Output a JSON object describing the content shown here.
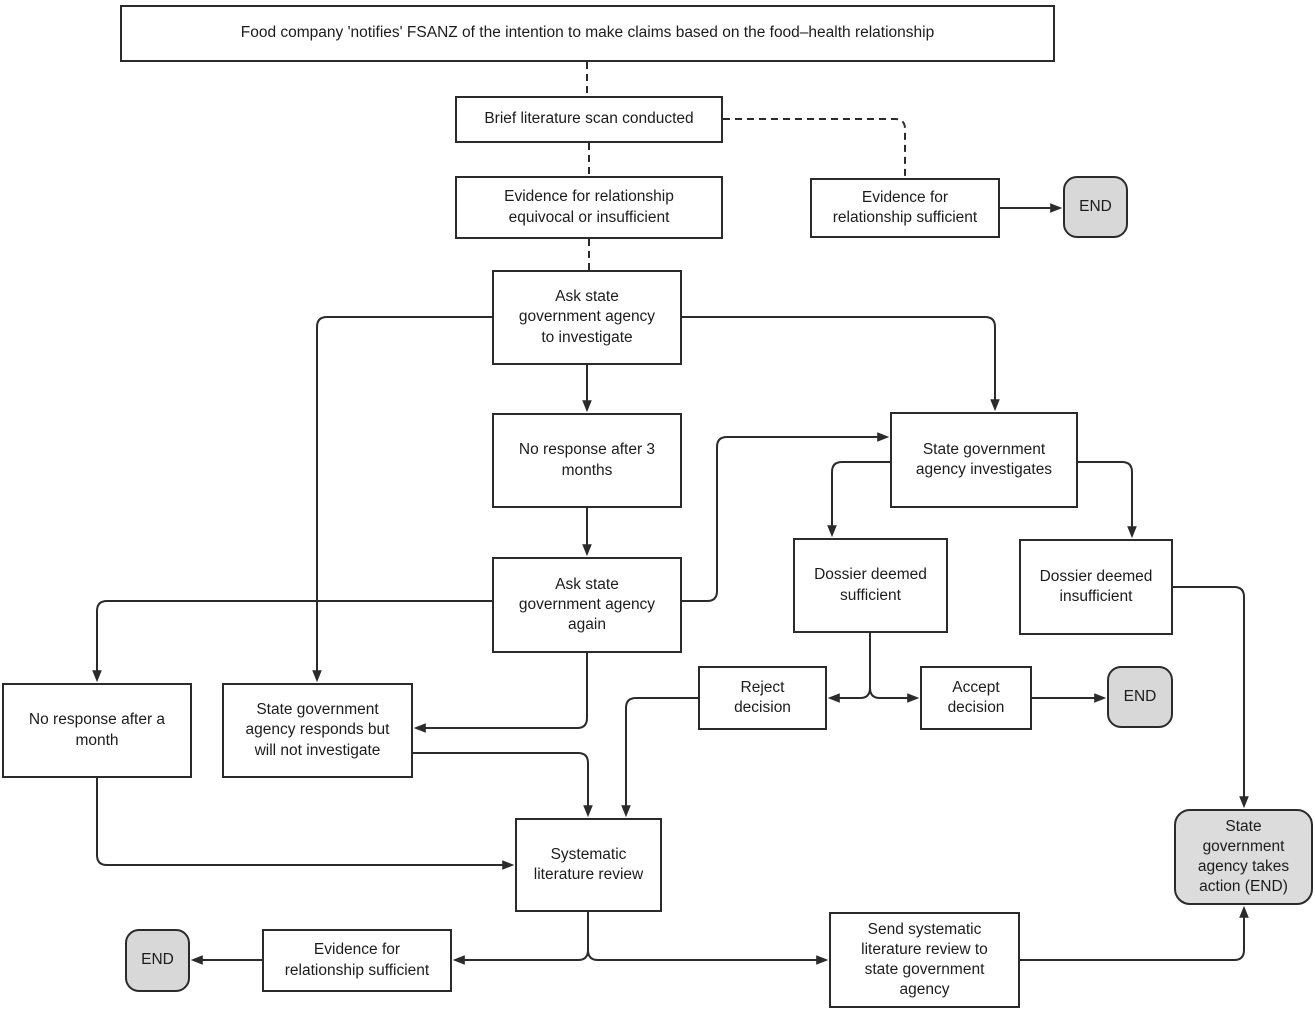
{
  "figure": {
    "type": "flowchart",
    "background": "#ffffff"
  },
  "colors": {
    "line": "#2b2b2b",
    "box_border": "#2b2b2b",
    "box_fill": "#ffffff",
    "terminal_fill": "#d8d8d8",
    "text": "#1c1c1c"
  },
  "nodes": {
    "top": {
      "label": "Food company 'notifies' FSANZ of the intention to make claims based on the food–health relationship"
    },
    "brief_scan": {
      "label": "Brief literature scan conducted"
    },
    "equivocal": {
      "label": "Evidence for relationship\nequivocal or insufficient"
    },
    "evidence_sufficient_top": {
      "label": "Evidence for\nrelationship sufficient"
    },
    "end_1": {
      "label": "END"
    },
    "ask_investigate": {
      "label": "Ask state\ngovernment agency\nto investigate"
    },
    "no_response_3": {
      "label": "No response after 3\nmonths"
    },
    "investigates": {
      "label": "State government\nagency investigates"
    },
    "ask_again": {
      "label": "Ask state\ngovernment agency\nagain"
    },
    "dossier_sufficient": {
      "label": "Dossier deemed\nsufficient"
    },
    "dossier_insufficient": {
      "label": "Dossier deemed\ninsufficient"
    },
    "no_response_month": {
      "label": "No response after a\nmonth"
    },
    "responds": {
      "label": "State government\nagency responds but\nwill not investigate"
    },
    "reject": {
      "label": "Reject\ndecision"
    },
    "accept": {
      "label": "Accept\ndecision"
    },
    "end_2": {
      "label": "END"
    },
    "slr": {
      "label": "Systematic\nliterature review"
    },
    "takes_action": {
      "label": "State\ngovernment\nagency takes\naction (END)"
    },
    "evidence_sufficient_bottom": {
      "label": "Evidence for\nrelationship sufficient"
    },
    "end_3": {
      "label": "END"
    },
    "send": {
      "label": "Send systematic\nliterature review to\nstate government\nagency"
    }
  },
  "edges": [
    {
      "from": "top",
      "to": "brief_scan",
      "style": "dashed",
      "arrow": false
    },
    {
      "from": "brief_scan",
      "to": "equivocal",
      "style": "dashed",
      "arrow": false
    },
    {
      "from": "brief_scan",
      "to": "evidence_sufficient_top",
      "style": "dashed",
      "arrow": false
    },
    {
      "from": "equivocal",
      "to": "ask_investigate",
      "style": "dashed",
      "arrow": false
    },
    {
      "from": "evidence_sufficient_top",
      "to": "end_1",
      "style": "solid",
      "arrow": true
    },
    {
      "from": "ask_investigate",
      "to": "no_response_3",
      "style": "solid",
      "arrow": true
    },
    {
      "from": "ask_investigate",
      "to": "investigates",
      "style": "solid",
      "arrow": true
    },
    {
      "from": "ask_investigate",
      "to": "responds",
      "style": "solid",
      "arrow": true
    },
    {
      "from": "no_response_3",
      "to": "ask_again",
      "style": "solid",
      "arrow": true
    },
    {
      "from": "ask_again",
      "to": "investigates",
      "style": "solid",
      "arrow": true
    },
    {
      "from": "ask_again",
      "to": "no_response_month",
      "style": "solid",
      "arrow": true
    },
    {
      "from": "ask_again",
      "to": "responds",
      "style": "solid",
      "arrow": true
    },
    {
      "from": "investigates",
      "to": "dossier_sufficient",
      "style": "solid",
      "arrow": true
    },
    {
      "from": "investigates",
      "to": "dossier_insufficient",
      "style": "solid",
      "arrow": true
    },
    {
      "from": "dossier_sufficient",
      "to": "reject",
      "style": "solid",
      "arrow": true
    },
    {
      "from": "dossier_sufficient",
      "to": "accept",
      "style": "solid",
      "arrow": true
    },
    {
      "from": "accept",
      "to": "end_2",
      "style": "solid",
      "arrow": true
    },
    {
      "from": "dossier_insufficient",
      "to": "takes_action",
      "style": "solid",
      "arrow": true
    },
    {
      "from": "reject",
      "to": "slr",
      "style": "solid",
      "arrow": true
    },
    {
      "from": "responds",
      "to": "slr",
      "style": "solid",
      "arrow": true
    },
    {
      "from": "no_response_month",
      "to": "slr",
      "style": "solid",
      "arrow": true
    },
    {
      "from": "slr",
      "to": "evidence_sufficient_bottom",
      "style": "solid",
      "arrow": true
    },
    {
      "from": "slr",
      "to": "send",
      "style": "solid",
      "arrow": true
    },
    {
      "from": "evidence_sufficient_bottom",
      "to": "end_3",
      "style": "solid",
      "arrow": true
    },
    {
      "from": "send",
      "to": "takes_action",
      "style": "solid",
      "arrow": true
    }
  ]
}
